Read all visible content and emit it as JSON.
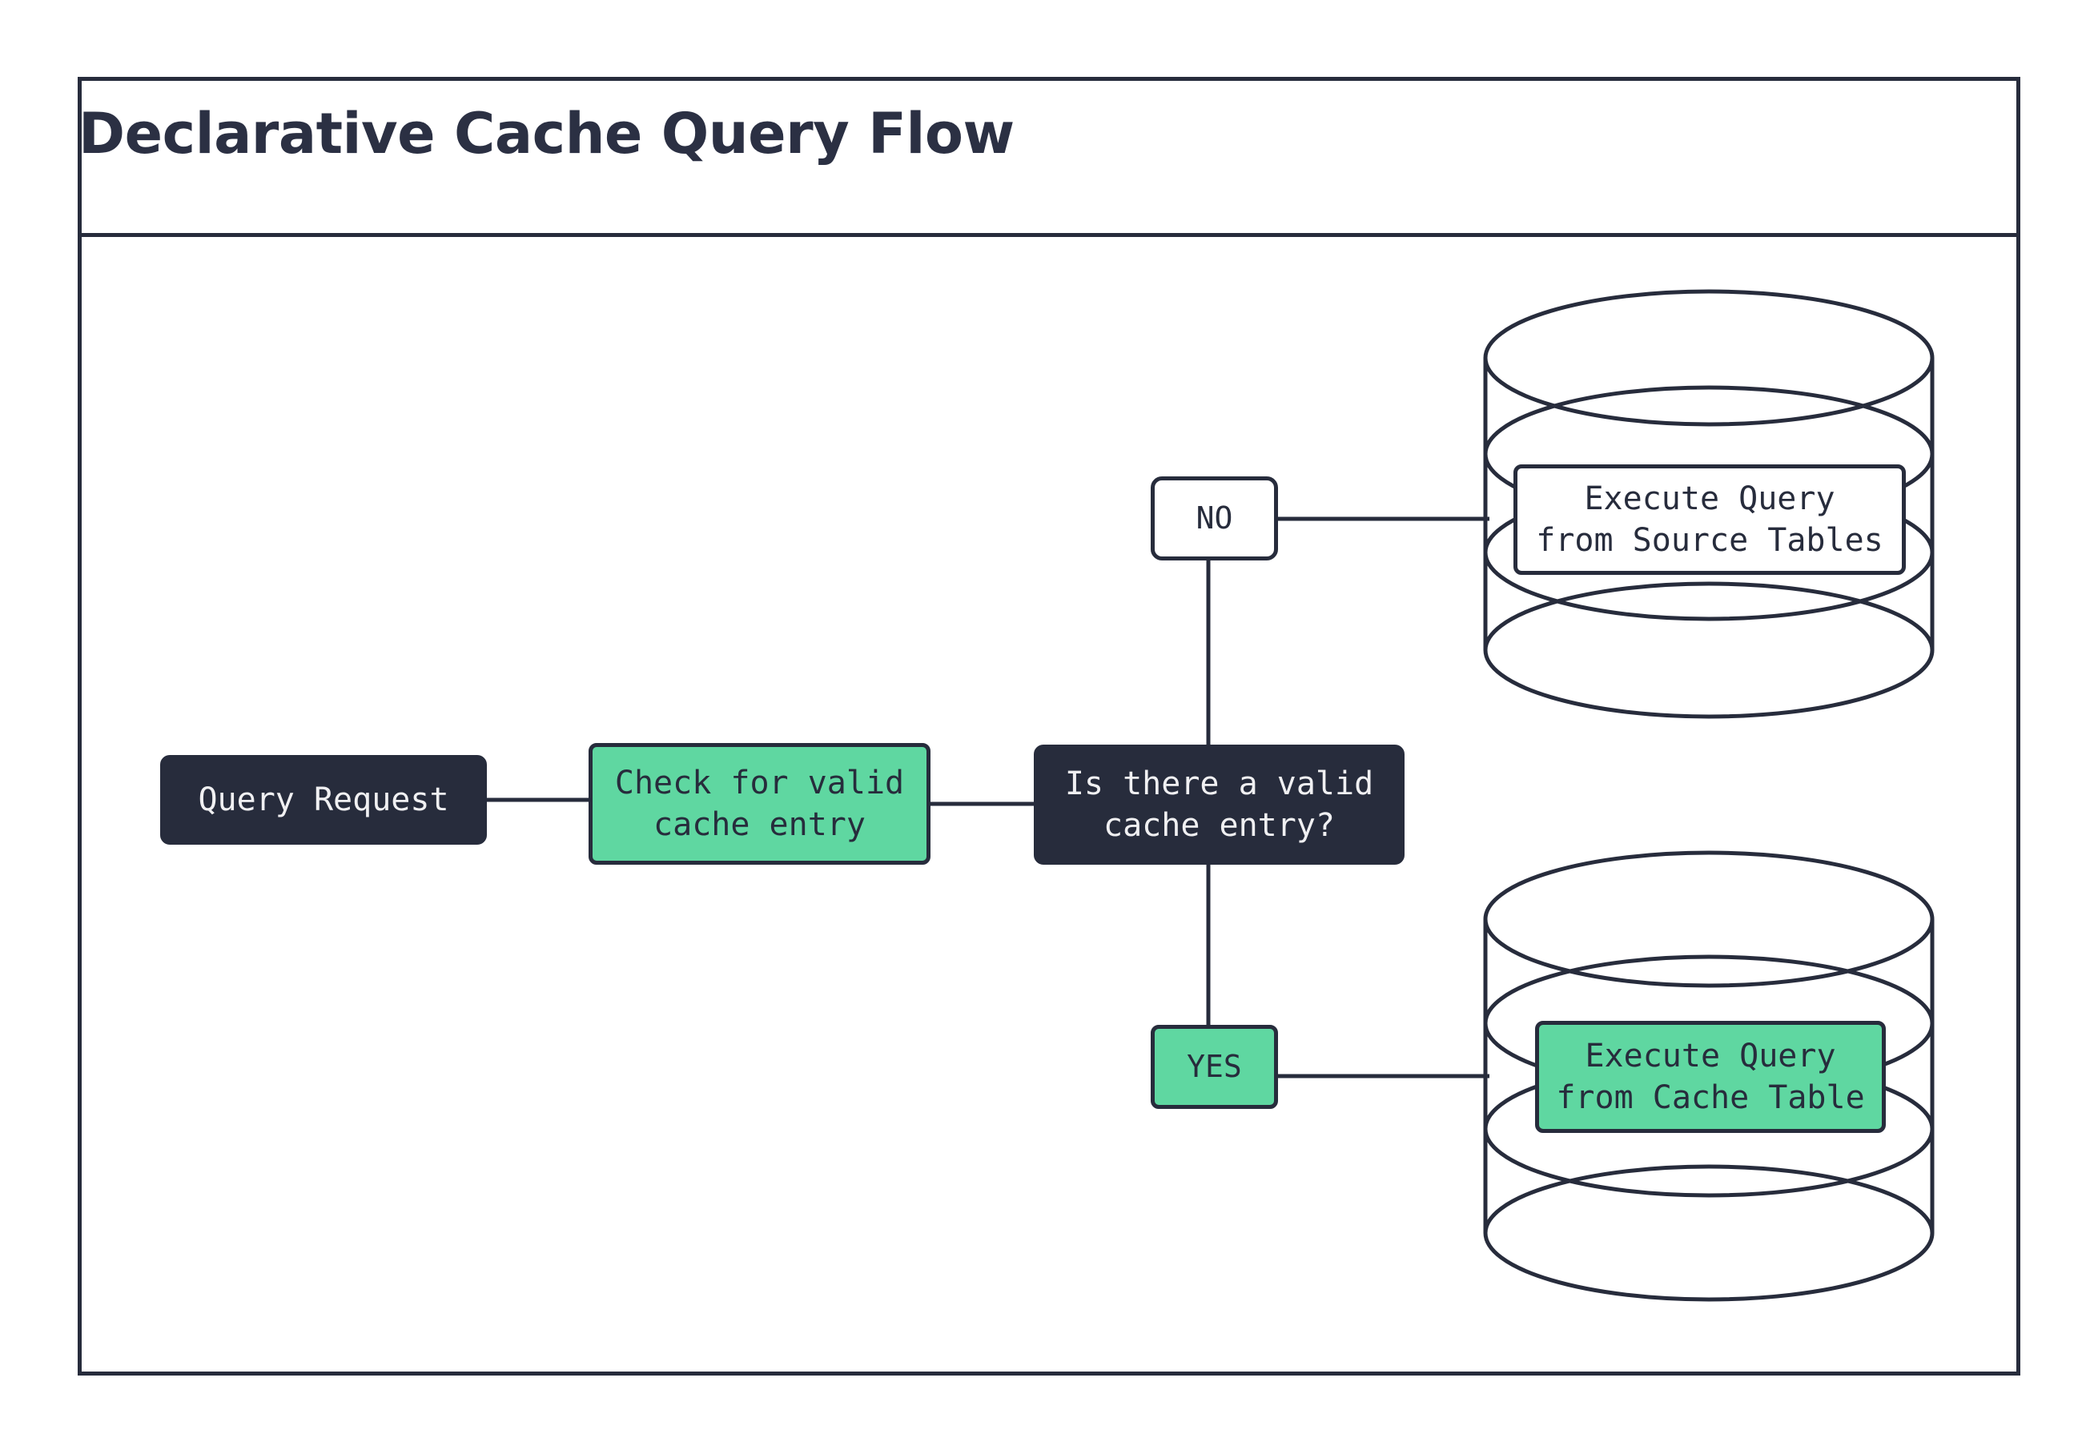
{
  "diagram": {
    "title": "Declarative Cache Query Flow",
    "colors": {
      "dark": "#272c3c",
      "green": "#5fd7a1",
      "white": "#ffffff",
      "stroke": "#272c3c"
    },
    "nodes": [
      {
        "id": "query-request",
        "label": "Query Request",
        "shape": "rounded-rect",
        "style": "dark"
      },
      {
        "id": "check-cache",
        "label": "Check for valid\ncache entry",
        "shape": "rounded-rect",
        "style": "green"
      },
      {
        "id": "decision",
        "label": "Is there a valid\ncache entry?",
        "shape": "rounded-rect",
        "style": "dark"
      },
      {
        "id": "branch-no",
        "label": "NO",
        "shape": "rounded-rect",
        "style": "white"
      },
      {
        "id": "branch-yes",
        "label": "YES",
        "shape": "rounded-rect",
        "style": "green"
      },
      {
        "id": "source-tables",
        "label": "Execute Query\nfrom Source Tables",
        "shape": "database-cylinder",
        "style": "white"
      },
      {
        "id": "cache-table",
        "label": "Execute Query\nfrom Cache Table",
        "shape": "database-cylinder",
        "style": "green"
      }
    ],
    "edges": [
      {
        "from": "query-request",
        "to": "check-cache",
        "label": ""
      },
      {
        "from": "check-cache",
        "to": "decision",
        "label": ""
      },
      {
        "from": "decision",
        "to": "branch-no",
        "label": "NO"
      },
      {
        "from": "branch-no",
        "to": "source-tables",
        "label": ""
      },
      {
        "from": "decision",
        "to": "branch-yes",
        "label": "YES"
      },
      {
        "from": "branch-yes",
        "to": "cache-table",
        "label": ""
      }
    ]
  }
}
